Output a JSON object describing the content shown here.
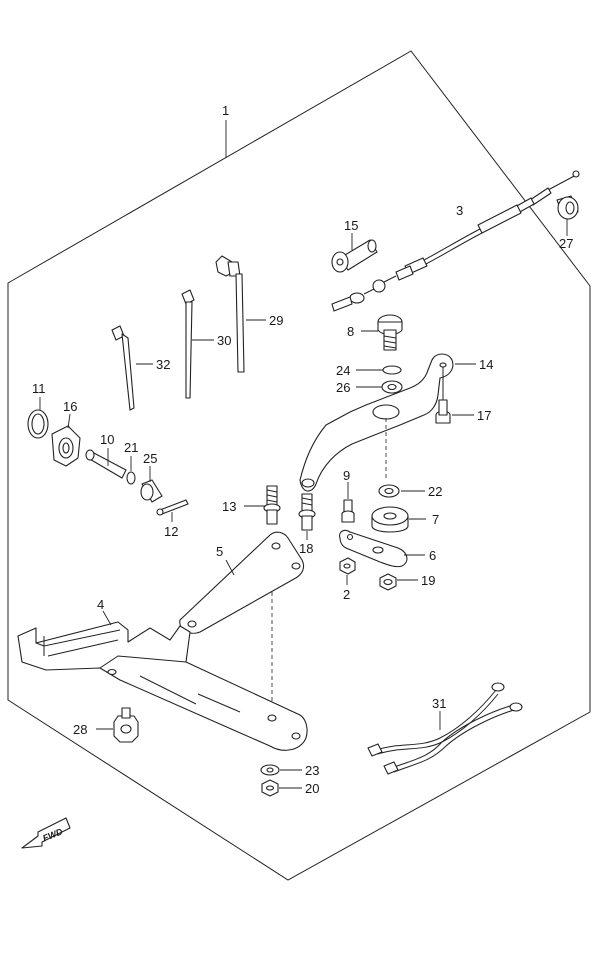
{
  "callouts": {
    "p1": "1",
    "p2": "2",
    "p3": "3",
    "p4": "4",
    "p5": "5",
    "p6": "6",
    "p7": "7",
    "p8": "8",
    "p9": "9",
    "p10": "10",
    "p11": "11",
    "p12": "12",
    "p13": "13",
    "p14": "14",
    "p15": "15",
    "p16": "16",
    "p17": "17",
    "p18": "18",
    "p19": "19",
    "p20": "20",
    "p21": "21",
    "p22": "22",
    "p23": "23",
    "p24": "24",
    "p25": "25",
    "p26": "26",
    "p27": "27",
    "p28": "28",
    "p29": "29",
    "p30": "30",
    "p31": "31",
    "p32": "32"
  },
  "direction_badge": {
    "label": "FWD",
    "icon": "forward-arrow-icon"
  }
}
